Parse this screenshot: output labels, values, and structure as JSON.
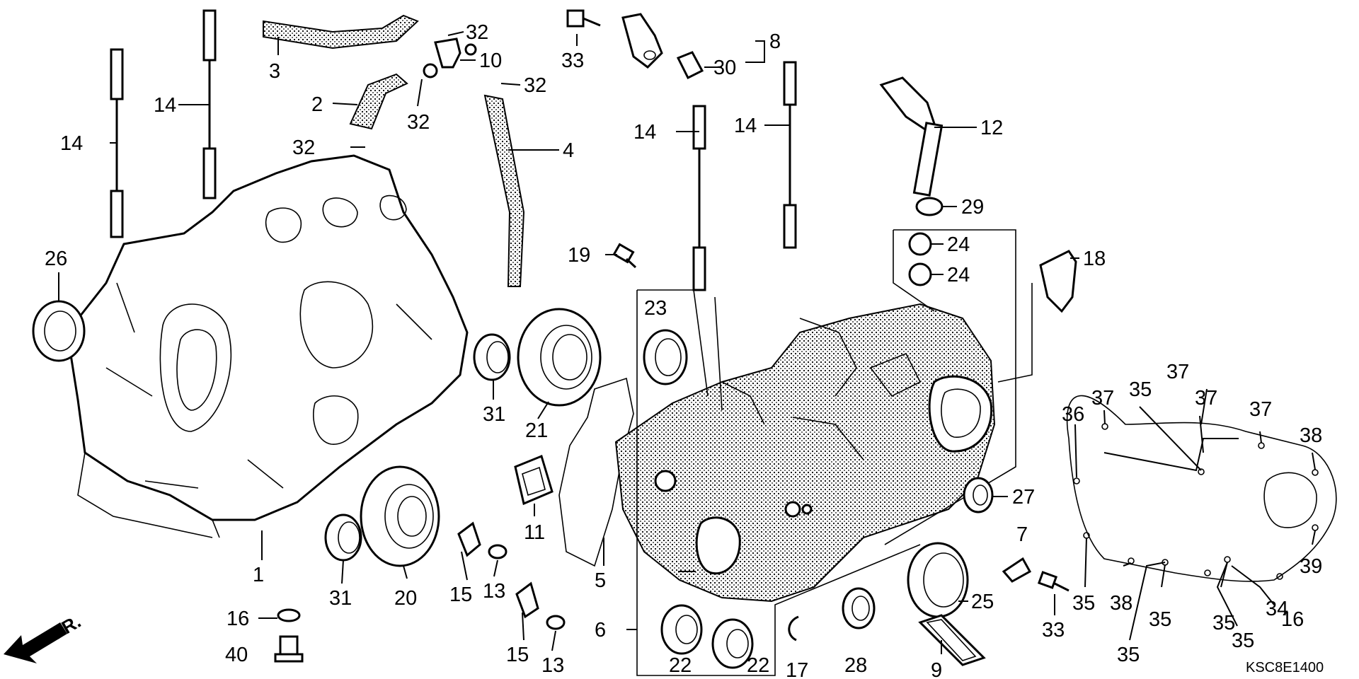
{
  "diagram": {
    "code": "KSC8E1400",
    "front_label": "FR.",
    "callouts": [
      {
        "id": "c1",
        "text": "1"
      },
      {
        "id": "c2",
        "text": "2"
      },
      {
        "id": "c3",
        "text": "3"
      },
      {
        "id": "c4",
        "text": "4"
      },
      {
        "id": "c5",
        "text": "5"
      },
      {
        "id": "c6",
        "text": "6"
      },
      {
        "id": "c7",
        "text": "7"
      },
      {
        "id": "c8",
        "text": "8"
      },
      {
        "id": "c9",
        "text": "9"
      },
      {
        "id": "c10",
        "text": "10"
      },
      {
        "id": "c11",
        "text": "11"
      },
      {
        "id": "c12",
        "text": "12"
      },
      {
        "id": "c13a",
        "text": "13"
      },
      {
        "id": "c13b",
        "text": "13"
      },
      {
        "id": "c14a",
        "text": "14"
      },
      {
        "id": "c14b",
        "text": "14"
      },
      {
        "id": "c14c",
        "text": "14"
      },
      {
        "id": "c14d",
        "text": "14"
      },
      {
        "id": "c15a",
        "text": "15"
      },
      {
        "id": "c15b",
        "text": "15"
      },
      {
        "id": "c16a",
        "text": "16"
      },
      {
        "id": "c16b",
        "text": "16"
      },
      {
        "id": "c17",
        "text": "17"
      },
      {
        "id": "c18",
        "text": "18"
      },
      {
        "id": "c19",
        "text": "19"
      },
      {
        "id": "c20",
        "text": "20"
      },
      {
        "id": "c21",
        "text": "21"
      },
      {
        "id": "c22a",
        "text": "22"
      },
      {
        "id": "c22b",
        "text": "22"
      },
      {
        "id": "c23",
        "text": "23"
      },
      {
        "id": "c24a",
        "text": "24"
      },
      {
        "id": "c24b",
        "text": "24"
      },
      {
        "id": "c25",
        "text": "25"
      },
      {
        "id": "c26",
        "text": "26"
      },
      {
        "id": "c27",
        "text": "27"
      },
      {
        "id": "c28",
        "text": "28"
      },
      {
        "id": "c29",
        "text": "29"
      },
      {
        "id": "c30",
        "text": "30"
      },
      {
        "id": "c31a",
        "text": "31"
      },
      {
        "id": "c31b",
        "text": "31"
      },
      {
        "id": "c32a",
        "text": "32"
      },
      {
        "id": "c32b",
        "text": "32"
      },
      {
        "id": "c32c",
        "text": "32"
      },
      {
        "id": "c32d",
        "text": "32"
      },
      {
        "id": "c33a",
        "text": "33"
      },
      {
        "id": "c33b",
        "text": "33"
      },
      {
        "id": "c34",
        "text": "34"
      },
      {
        "id": "c35a",
        "text": "35"
      },
      {
        "id": "c35b",
        "text": "35"
      },
      {
        "id": "c35c",
        "text": "35"
      },
      {
        "id": "c35d",
        "text": "35"
      },
      {
        "id": "c35e",
        "text": "35"
      },
      {
        "id": "c35f",
        "text": "35"
      },
      {
        "id": "c36",
        "text": "36"
      },
      {
        "id": "c37a",
        "text": "37"
      },
      {
        "id": "c37b",
        "text": "37"
      },
      {
        "id": "c37c",
        "text": "37"
      },
      {
        "id": "c37d",
        "text": "37"
      },
      {
        "id": "c38a",
        "text": "38"
      },
      {
        "id": "c38b",
        "text": "38"
      },
      {
        "id": "c39",
        "text": "39"
      },
      {
        "id": "c40",
        "text": "40"
      }
    ]
  }
}
